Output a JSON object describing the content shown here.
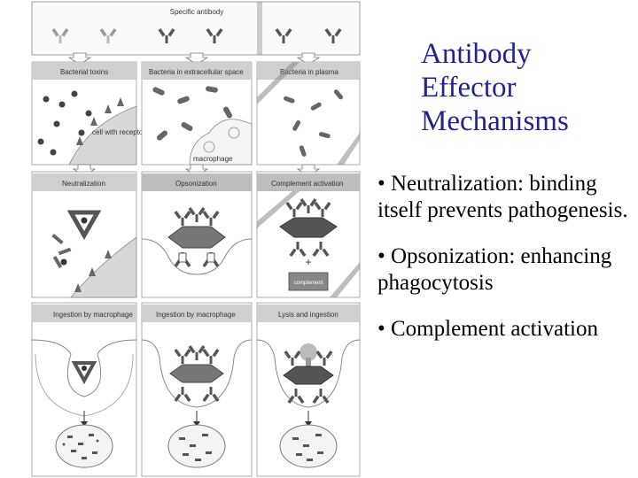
{
  "figure": {
    "header": "Specific antibody",
    "row1_labels": [
      "Bacterial toxins",
      "Bacteria in extracellular space",
      "Bacteria in plasma"
    ],
    "cell_label": "cell with receptors for toxin",
    "macrophage_label": "macrophage",
    "row2_labels": [
      "Neutralization",
      "Opsonization",
      "Complement activation"
    ],
    "complement_label": "complement",
    "plus_sign": "+",
    "row3_labels": [
      "Ingestion by macrophage",
      "Ingestion by macrophage",
      "Lysis and ingestion"
    ]
  },
  "title": [
    "Antibody",
    "Effector",
    "Mechanisms"
  ],
  "bullets": [
    "• Neutralization: binding itself prevents pathogenesis.",
    "• Opsonization: enhancing phagocytosis",
    "• Complement activation"
  ],
  "colors": {
    "title": "#23238e",
    "text": "#000000",
    "panel_header": "#cfcfcf",
    "panel_bg": "#efefef"
  }
}
